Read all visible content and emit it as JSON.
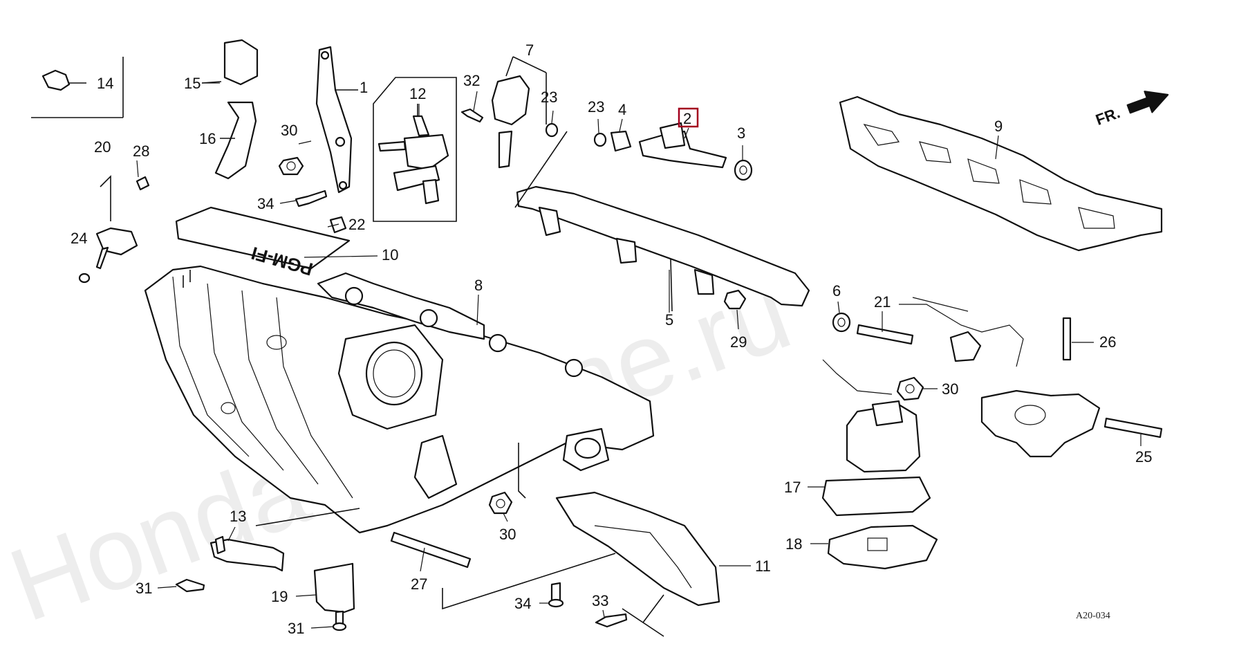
{
  "watermark": "HondaCarMine.ru",
  "direction_label": "FR.",
  "diagram_code": "A20-034",
  "highlight_color": "#a3001d",
  "part_numbers": {
    "p1": "1",
    "p2": "2",
    "p3": "3",
    "p4": "4",
    "p5": "5",
    "p6": "6",
    "p7": "7",
    "p8": "8",
    "p9": "9",
    "p10": "10",
    "p11": "11",
    "p12": "12",
    "p13": "13",
    "p14": "14",
    "p15": "15",
    "p16": "16",
    "p17": "17",
    "p18": "18",
    "p19": "19",
    "p20": "20",
    "p21": "21",
    "p22": "22",
    "p23a": "23",
    "p23b": "23",
    "p24": "24",
    "p25": "25",
    "p26": "26",
    "p27": "27",
    "p28": "28",
    "p29": "29",
    "p30a": "30",
    "p30b": "30",
    "p30c": "30",
    "p31a": "31",
    "p31b": "31",
    "p32": "32",
    "p33": "33",
    "p34a": "34",
    "p34b": "34"
  },
  "emblem_text": "PGM-FI"
}
